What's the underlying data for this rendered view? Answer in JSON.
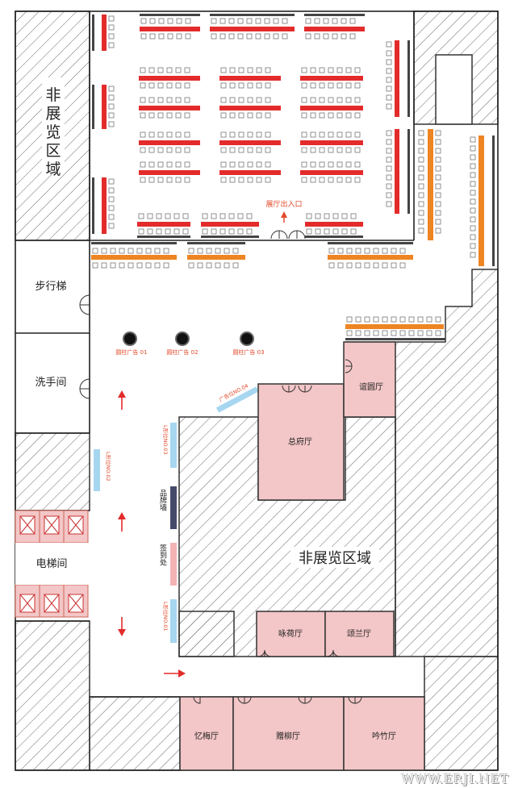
{
  "colors": {
    "room_fill": "#f3c6c7",
    "red_ad": "#e32b2b",
    "orange_booth": "#ee8522",
    "blue_panel": "#a7d6f0",
    "dark_panel": "#454a6a",
    "pink_panel": "#f3b3b5",
    "wall": "#222222",
    "label_red": "#e24a2a",
    "hatch": "#666666"
  },
  "zones": {
    "non_exhibit_left": "非展览区域",
    "non_exhibit_center": "非展览区域",
    "stairs": "步行梯",
    "restroom": "洗手间",
    "elevator": "电梯间"
  },
  "halls": {
    "zongfu": "总府厅",
    "yiyuan": "谊圆厅",
    "yonghe": "咏荷厅",
    "yonglan": "颂兰厅",
    "yimei": "忆梅厅",
    "zengliu": "赠柳厅",
    "yinzhu": "吟竹厅"
  },
  "markers": {
    "hall_entrance": "展厅出入口",
    "pillar_ad_1": "圆柱广告 01",
    "pillar_ad_2": "圆柱广告 02",
    "pillar_ad_3": "圆柱广告 03",
    "ad_04": "广告位NO.04",
    "l_ad_02": "L形位NO.02",
    "l_ad_03": "L形位NO.03",
    "l_ad_01": "L形位NO.01",
    "brand_wall": "品牌墙",
    "sign_in": "签到处"
  },
  "watermark": "WWW.ERJI.NET"
}
